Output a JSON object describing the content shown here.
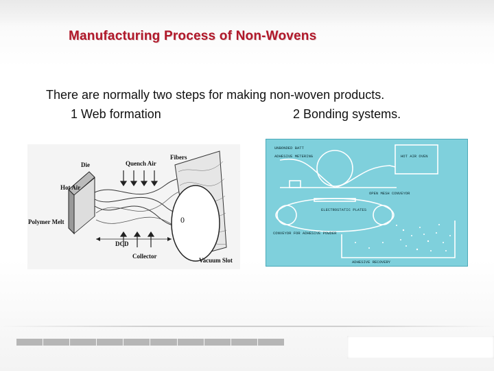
{
  "slide": {
    "title": "Manufacturing Process of Non-Wovens",
    "intro": "There are normally two steps for making non-woven products.",
    "step_1": "1 Web formation",
    "step_2": "2 Bonding systems."
  },
  "meltblown_diagram": {
    "labels": {
      "die": "Die",
      "quench_air": "Quench Air",
      "fibers": "Fibers",
      "hot_air": "Hot Air",
      "polymer_melt": "Polymer Melt",
      "dcd": "DCD",
      "collector": "Collector",
      "vacuum_slot": "Vacuum Slot",
      "collector_mark": "0"
    }
  },
  "bonding_diagram": {
    "labels": {
      "unbonded_batt": "UNBONDED BATT",
      "adhesive_metering": "ADHESIVE METERING",
      "hot_air_oven": "HOT AIR OVEN",
      "open_mesh_conveyor": "OPEN MESH CONVEYOR",
      "electrostatic_plates": "ELECTROSTATIC PLATES",
      "conveyor_adhesive_powder": "CONVEYOR FOR ADHESIVE POWDER",
      "adhesive_recovery": "ADHESIVE RECOVERY"
    },
    "colors": {
      "background": "#7fd0dc",
      "lines": "#ffffff"
    }
  }
}
